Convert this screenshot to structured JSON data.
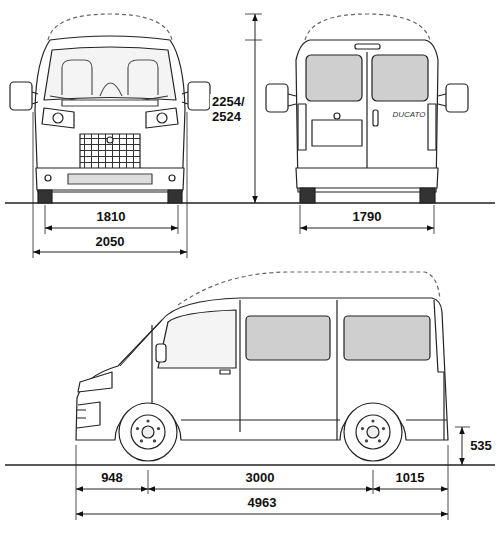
{
  "diagram": {
    "labels": [
      "1810",
      "2050",
      "2254/ 2524",
      "DUCATO",
      "1790",
      "535",
      "948",
      "3000",
      "1015",
      "4963"
    ]
  }
}
